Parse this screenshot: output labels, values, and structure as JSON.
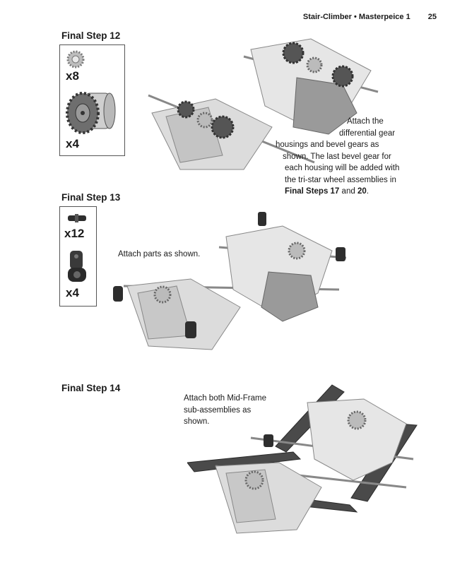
{
  "header": {
    "book": "Stair-Climber",
    "separator": "•",
    "section": "Masterpeice 1",
    "page": "25"
  },
  "steps": [
    {
      "title": "Final Step 12",
      "parts": [
        {
          "icon": "small-gear-icon",
          "qty": "x8"
        },
        {
          "icon": "differential-gear-icon",
          "qty": "x4"
        }
      ],
      "caption": {
        "line1": "Attach the",
        "line2": "differential gear",
        "line3": "housings and bevel gears as",
        "line4": "shown. The last bevel gear for",
        "line5": "each housing will be added with",
        "line6": "the tri-star wheel assemblies in",
        "ref_a": "Final Steps 17",
        "and": "and",
        "ref_b": "20",
        "end": "."
      }
    },
    {
      "title": "Final Step 13",
      "parts": [
        {
          "icon": "connector-pin-icon",
          "qty": "x12"
        },
        {
          "icon": "perpendicular-connector-icon",
          "qty": "x4"
        }
      ],
      "caption": {
        "line1": "Attach parts as shown."
      }
    },
    {
      "title": "Final Step 14",
      "caption": {
        "line1": "Attach both Mid-Frame",
        "line2": "sub-assemblies as",
        "line3": "shown."
      }
    }
  ]
}
